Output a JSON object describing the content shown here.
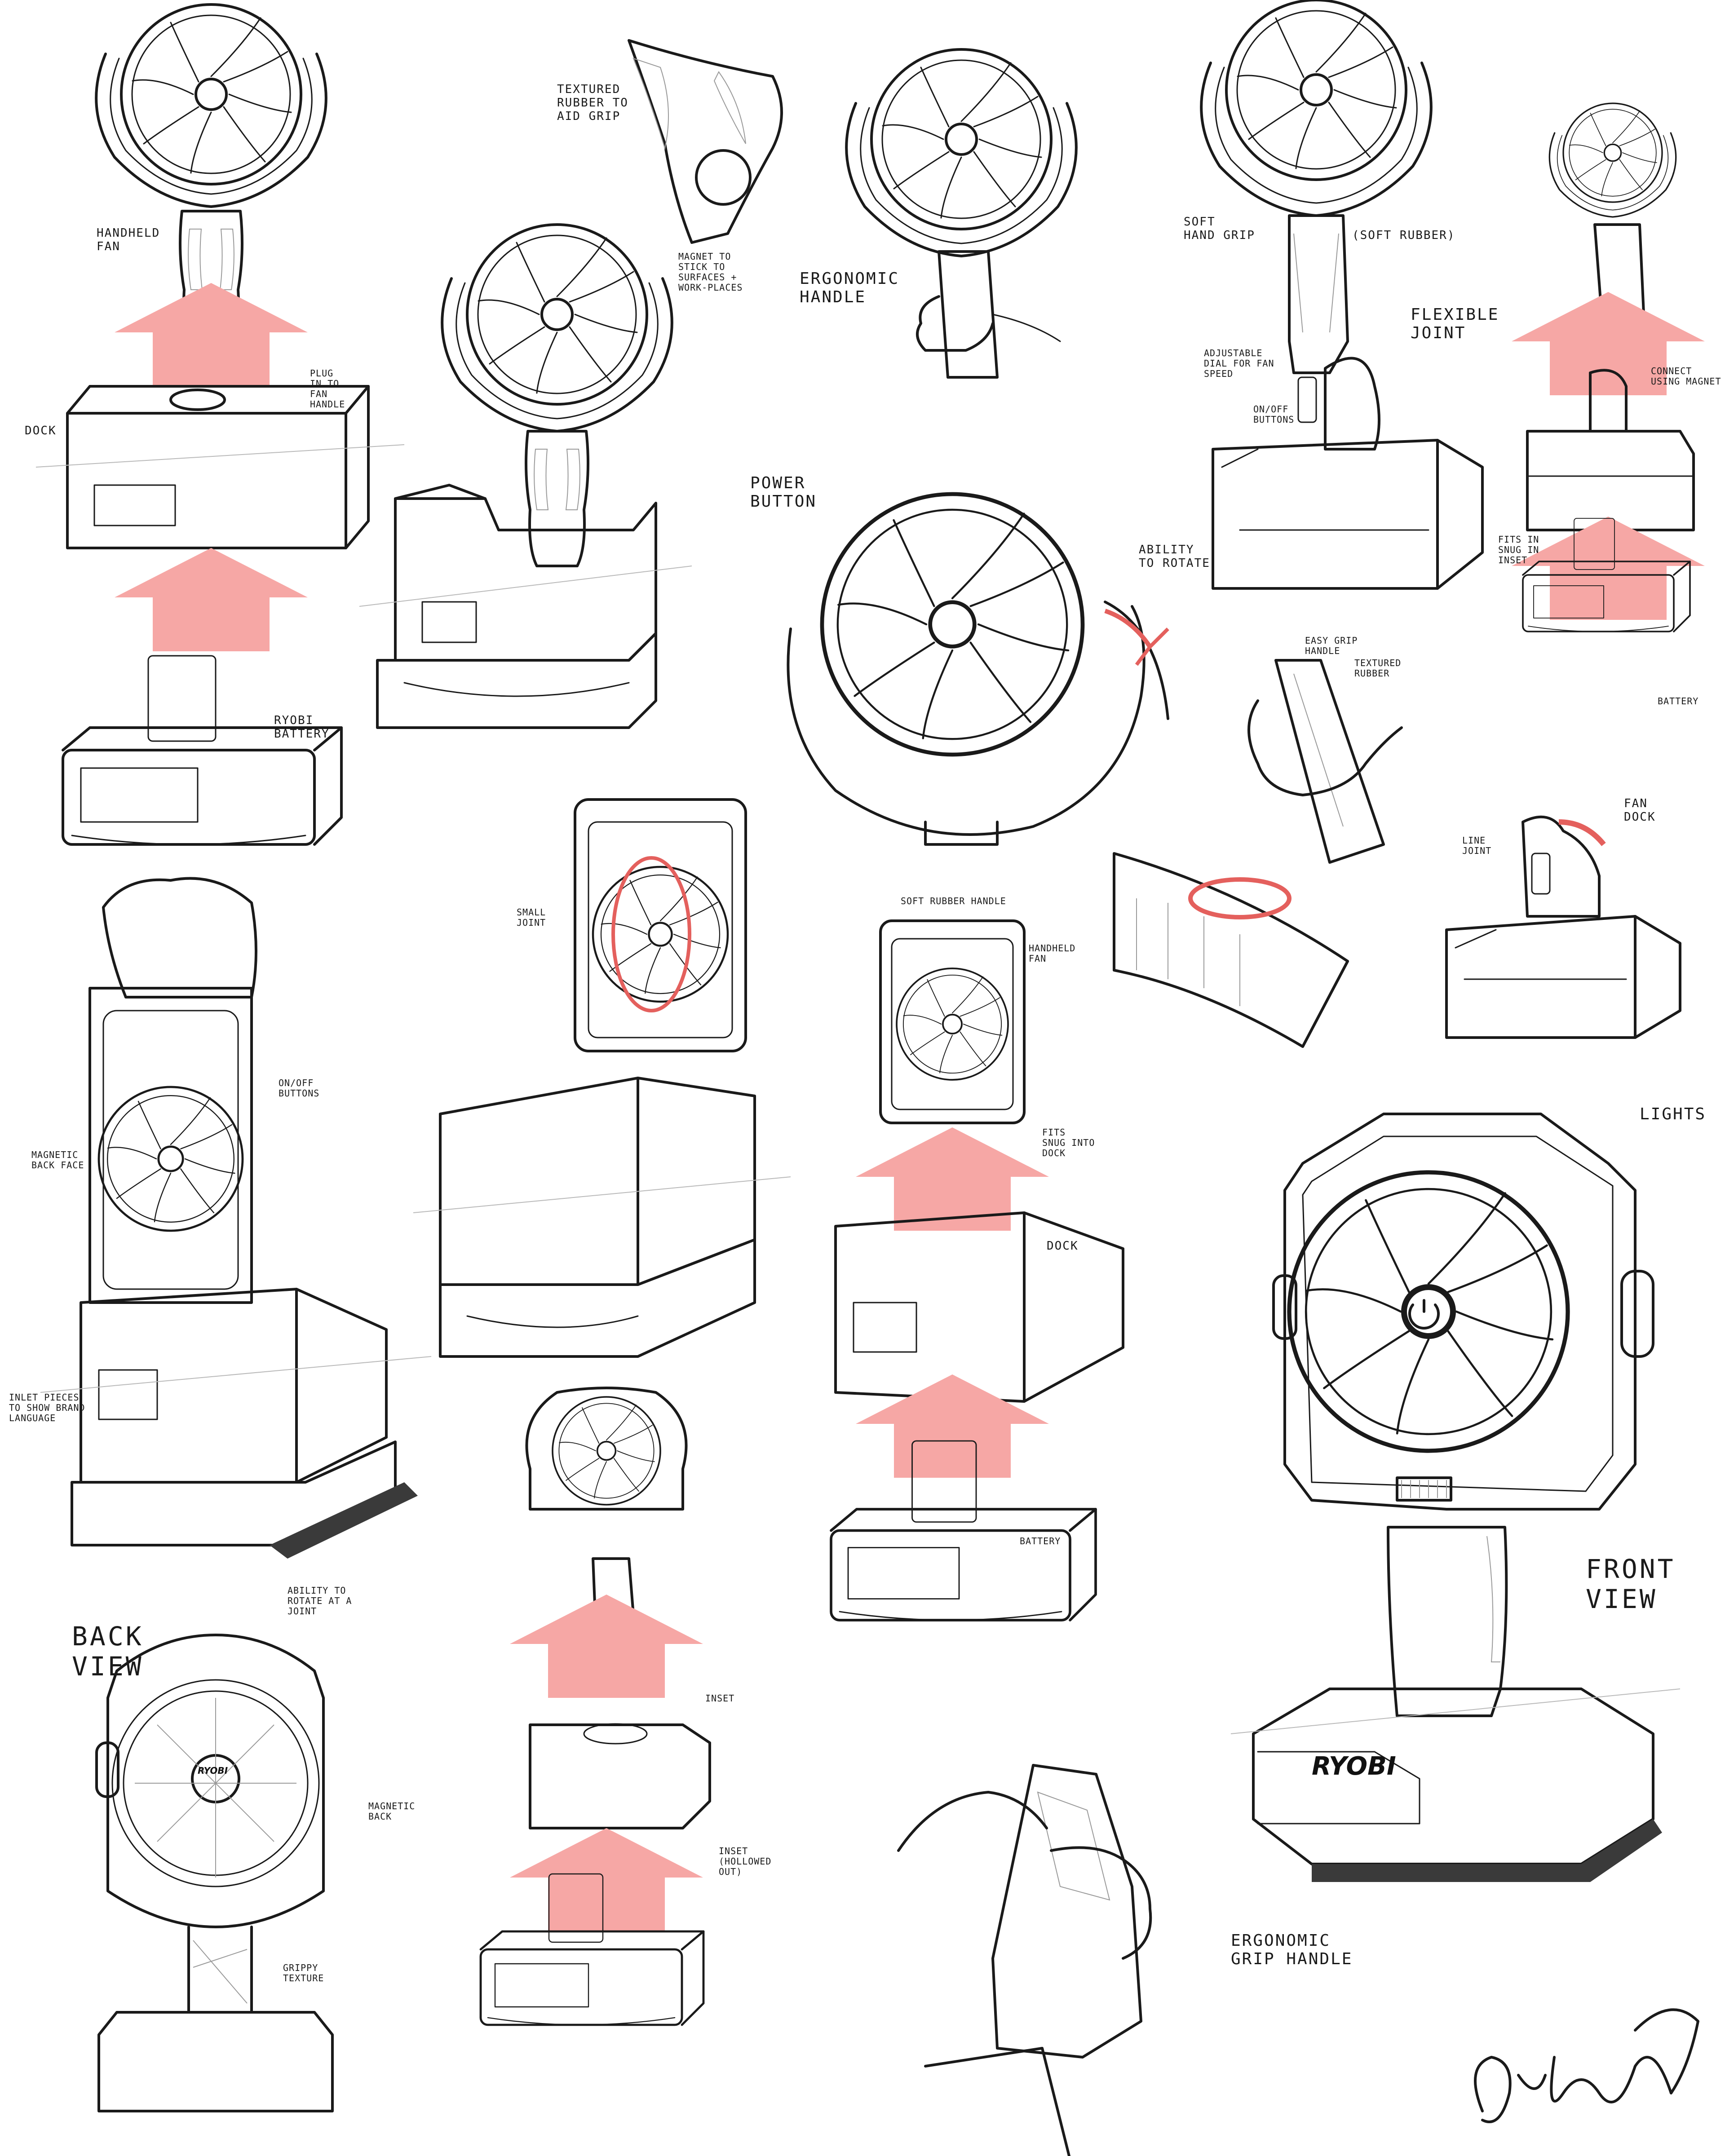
{
  "colors": {
    "ink": "#1a1a1a",
    "arrow_pink": "#f6a7a5",
    "joint_highlight": "#e4605d",
    "paper": "#ffffff"
  },
  "labels": {
    "handheld_fan_1": "HANDHELD\nFAN",
    "plug_into_handle": "PLUG\nIN TO\nFAN\nHANDLE",
    "dock_1": "DOCK",
    "ryobi_battery": "RYOBI\nBATTERY",
    "textured_rubber": "TEXTURED\nRUBBER TO\nAID GRIP",
    "magnet_stick": "MAGNET TO\nSTICK TO\nSURFACES +\nWORK-PLACES",
    "ergonomic_handle": "ERGONOMIC\nHANDLE",
    "soft_hand_grip": "SOFT\nHAND GRIP",
    "soft_rubber": "(SOFT RUBBER)",
    "flexible_joint": "FLEXIBLE\nJOINT",
    "adjustable_dial": "ADJUSTABLE\nDIAL FOR FAN\nSPEED",
    "on_off_buttons_1": "ON/OFF\nBUTTONS",
    "connect_using_magnet": "CONNECT\nUSING MAGNET",
    "fits_in_snug_inset": "FITS IN\nSNUG IN\nINSET",
    "battery_1": "BATTERY",
    "power_button": "POWER\nBUTTON",
    "ability_to_rotate": "ABILITY\nTO ROTATE",
    "easy_grip_handle": "EASY GRIP\nHANDLE",
    "textured_rubber_2": "TEXTURED\nRUBBER",
    "fan_dock": "FAN\nDOCK",
    "line_joint": "LINE\nJOINT",
    "small_joint": "SMALL\nJOINT",
    "on_off_buttons_2": "ON/OFF\nBUTTONS",
    "magnetic_back_face": "MAGNETIC\nBACK FACE",
    "inlet_pieces": "INLET PIECES\nTO SHOW BRAND\nLANGUAGE",
    "soft_rubber_handle": "SOFT RUBBER HANDLE",
    "handheld_fan_2": "HANDHELD\nFAN",
    "fits_snug_into_dock": "FITS\nSNUG INTO\nDOCK",
    "dock_2": "DOCK",
    "battery_2": "BATTERY",
    "back_view": "BACK\nVIEW",
    "ability_rotate_joint": "ABILITY TO\nROTATE AT A\nJOINT",
    "magnetic_back": "MAGNETIC\nBACK",
    "grippy_texture": "GRIPPY\nTEXTURE",
    "inset": "INSET",
    "inset_hollowed": "INSET\n(HOLLOWED\nOUT)",
    "lights": "LIGHTS",
    "front_view": "FRONT\nVIEW",
    "ergonomic_grip_handle": "ERGONOMIC\nGRIP HANDLE"
  },
  "brand": {
    "ryobi": "RYOBI"
  }
}
